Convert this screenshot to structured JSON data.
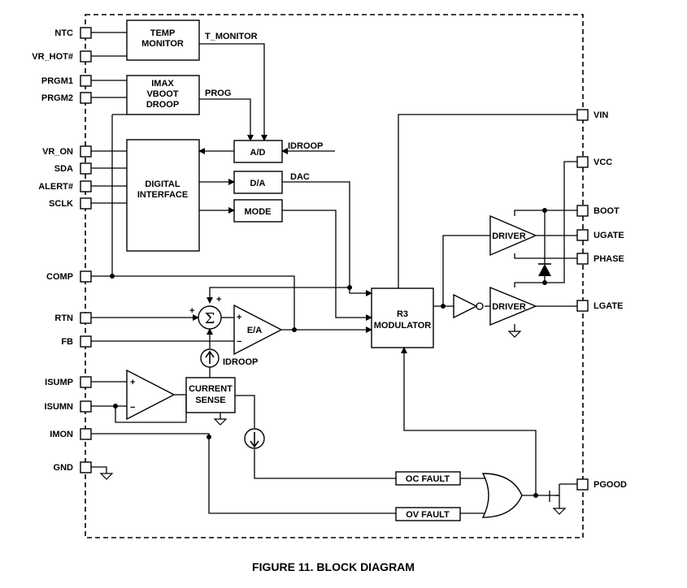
{
  "figure_caption": "FIGURE 11.  BLOCK DIAGRAM",
  "pins_left": [
    "NTC",
    "VR_HOT#",
    "PRGM1",
    "PRGM2",
    "VR_ON",
    "SDA",
    "ALERT#",
    "SCLK",
    "COMP",
    "RTN",
    "FB",
    "ISUMP",
    "ISUMN",
    "IMON",
    "GND"
  ],
  "pins_right": [
    "VIN",
    "VCC",
    "BOOT",
    "UGATE",
    "PHASE",
    "LGATE",
    "PGOOD"
  ],
  "blocks": {
    "temp_monitor": [
      "TEMP",
      "MONITOR"
    ],
    "imax": [
      "IMAX",
      "VBOOT",
      "DROOP"
    ],
    "digital_interface": [
      "DIGITAL",
      "INTERFACE"
    ],
    "ad": "A/D",
    "da": "D/A",
    "mode": "MODE",
    "r3_modulator": [
      "R3",
      "MODULATOR"
    ],
    "ea": "E/A",
    "current_sense": [
      "CURRENT",
      "SENSE"
    ],
    "oc_fault": "OC FAULT",
    "ov_fault": "OV FAULT",
    "driver_high": "DRIVER",
    "driver_low": "DRIVER"
  },
  "signals": {
    "t_monitor": "T_MONITOR",
    "prog": "PROG",
    "idroop_in": "IDROOP",
    "dac": "DAC",
    "idroop_src": "IDROOP",
    "sigma": "Σ",
    "plus": "+",
    "minus": "−"
  }
}
